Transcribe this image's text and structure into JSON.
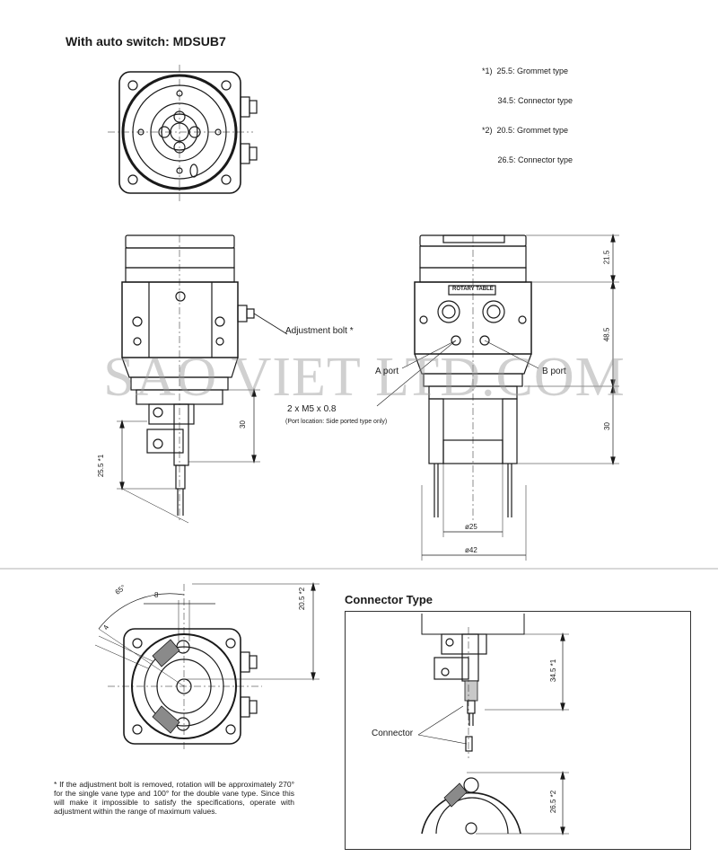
{
  "header": {
    "title": "With auto switch: MDSUB7",
    "notes": [
      "*1)  25.5: Grommet type",
      "       34.5: Connector type",
      "*2)  20.5: Grommet type",
      "       26.5: Connector type"
    ]
  },
  "side_view": {
    "adjustment_label": "Adjustment bolt *",
    "dim_30": "30",
    "dim_25_5": "25.5 *1"
  },
  "front_view": {
    "dim_21_5": "21.5",
    "dim_48_5": "48.5",
    "dim_30": "30",
    "a_port": "A port",
    "b_port": "B port",
    "port_thread": "2 x M5 x 0.8",
    "port_note": "(Port location: Side ported type only)",
    "plate_text": "ROTARY TABLE",
    "dia_25": "ø25",
    "dia_42": "ø42"
  },
  "bottom_view": {
    "angle_65": "65°",
    "dim_8": "8",
    "dim_4": "4",
    "dim_20_5": "20.5 *2"
  },
  "connector_section": {
    "title": "Connector Type",
    "connector_label": "Connector",
    "dim_34_5": "34.5 *1",
    "dim_26_5": "26.5 *2"
  },
  "footnote": "* If the adjustment bolt is removed, rotation will be approximately 270° for the single vane type and 100° for the double vane type. Since this will make it impossible to satisfy the specifications, operate with adjustment within the range of maximum values.",
  "watermark": "SAO VIET LTD.COM"
}
